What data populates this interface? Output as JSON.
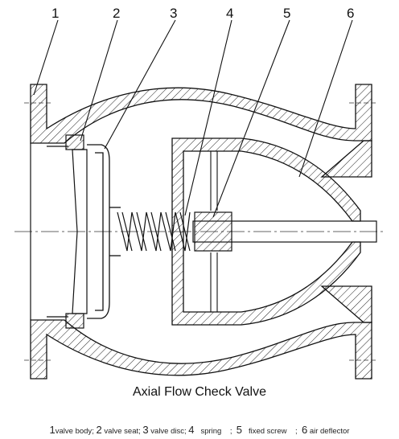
{
  "callouts": [
    "1",
    "2",
    "3",
    "4",
    "5",
    "6"
  ],
  "caption": "Axial Flow Check Valve",
  "legend": [
    {
      "num": "1",
      "text": "valve body",
      "sep": ";"
    },
    {
      "num": "2",
      "text": "valve seat",
      "sep": ";"
    },
    {
      "num": "3",
      "text": "valve disc",
      "sep": ";"
    },
    {
      "num": "4",
      "text": "spring",
      "sep": "    ;"
    },
    {
      "num": "5",
      "text": "fixed screw",
      "sep": "    ;"
    },
    {
      "num": "6",
      "text": "air deflector",
      "sep": ""
    }
  ]
}
